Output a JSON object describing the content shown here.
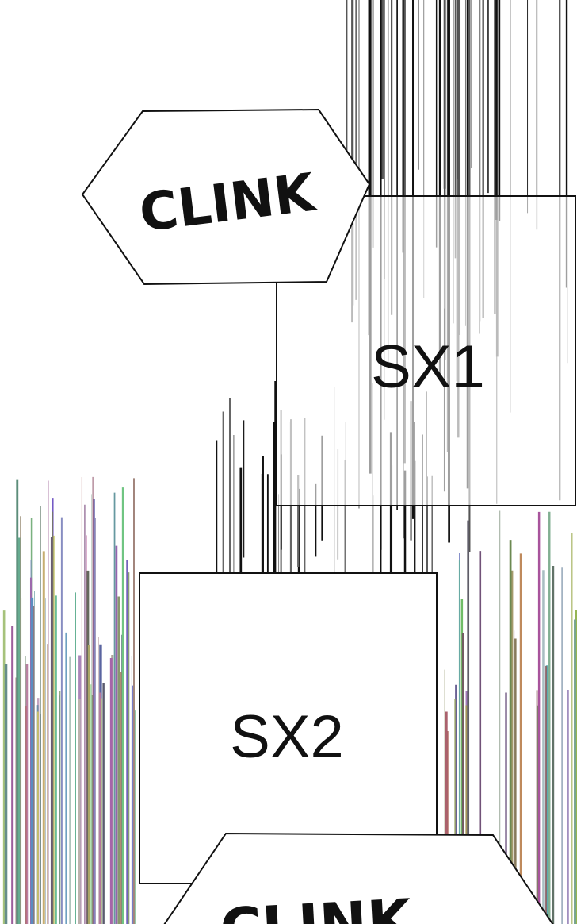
{
  "panel": {
    "sfx_top": "CLINK",
    "sfx_bottom": "CLINK",
    "box_1_label": "SX1",
    "box_2_label": "SX2"
  },
  "colors": {
    "ink": "#111111",
    "background": "#ffffff"
  }
}
